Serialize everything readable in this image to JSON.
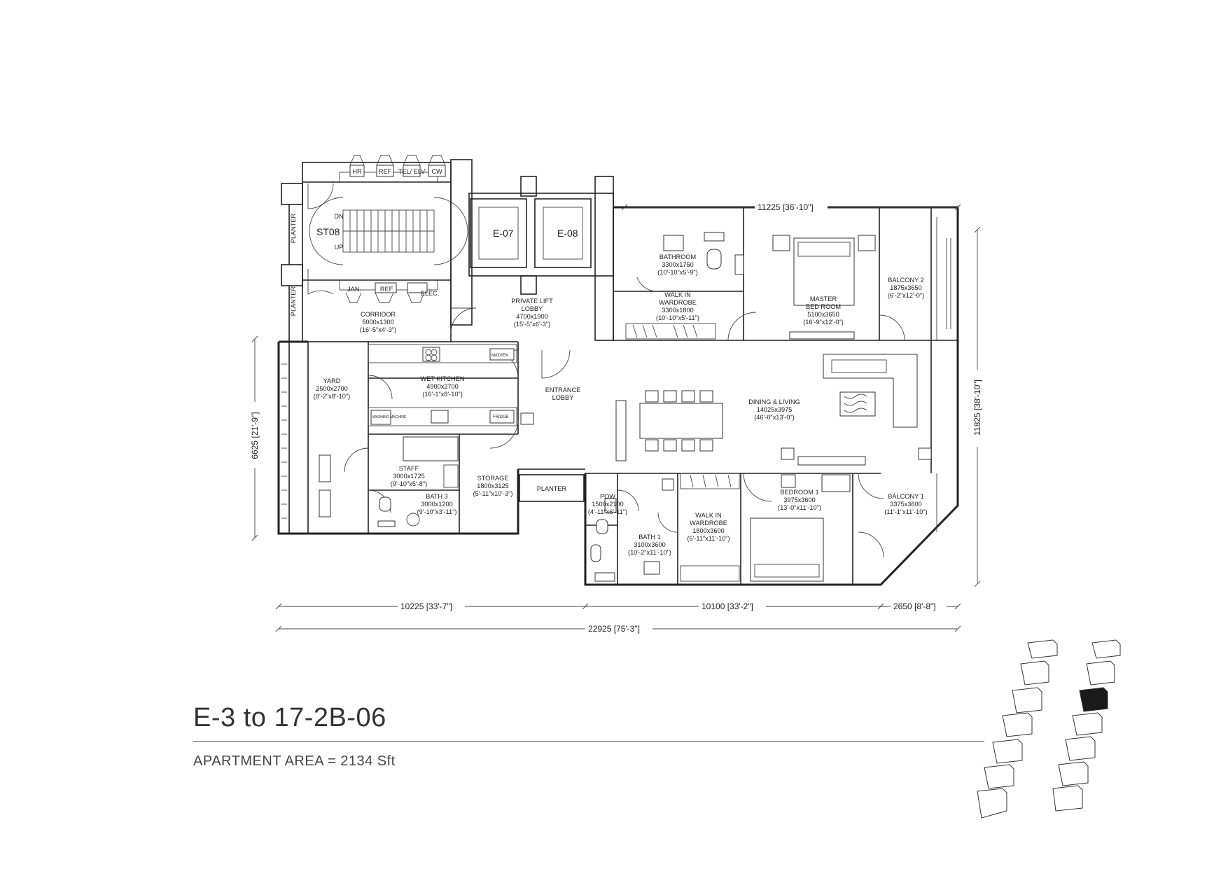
{
  "unit_title": "E-3 to 17-2B-06",
  "area_text": "APARTMENT AREA = 2134 Sft",
  "rooms": {
    "corridor": {
      "name": "CORRIDOR",
      "size": "5000x1300",
      "imperial": "(16'-5\"x4'-3\")"
    },
    "private_lift_lobby": {
      "name1": "PRIVATE LIFT",
      "name2": "LOBBY",
      "size": "4700x1900",
      "imperial": "(15'-5\"x6'-3\")"
    },
    "bathroom": {
      "name": "BATHROOM",
      "size": "3300x1750",
      "imperial": "(10'-10\"x5'-9\")"
    },
    "walk_in_wardrobe_master": {
      "name1": "WALK IN",
      "name2": "WARDROBE",
      "size": "3300x1800",
      "imperial": "(10'-10\"x5'-11\")"
    },
    "master_bedroom": {
      "name1": "MASTER",
      "name2": "BED ROOM",
      "size": "5100x3650",
      "imperial": "(16'-9\"x12'-0\")"
    },
    "balcony_2": {
      "name": "BALCONY 2",
      "size": "1875x3650",
      "imperial": "(6'-2\"x12'-0\")"
    },
    "yard": {
      "name": "YARD",
      "size": "2500x2700",
      "imperial": "(8'-2\"x8'-10\")"
    },
    "wet_kitchen": {
      "name": "WET KITCHEN",
      "size": "4900x2700",
      "imperial": "(16'-1\"x8'-10\")"
    },
    "entrance_lobby": {
      "name1": "ENTRANCE",
      "name2": "LOBBY"
    },
    "dining_living": {
      "name": "DINING & LIVING",
      "size": "14025x3975",
      "imperial": "(46'-0\"x13'-0\")"
    },
    "staff": {
      "name": "STAFF",
      "size": "3000x1725",
      "imperial": "(9'-10\"x5'-8\")"
    },
    "bath_3": {
      "name": "BATH 3",
      "size": "3000x1200",
      "imperial": "(9'-10\"x3'-11\")"
    },
    "storage": {
      "name": "STORAGE",
      "size": "1800x3125",
      "imperial": "(5'-11\"x10'-3\")"
    },
    "planter_south": {
      "name": "PLANTER"
    },
    "pow": {
      "name": "POW",
      "size": "1500x2100",
      "imperial": "(4'-11\"x6'-11\")"
    },
    "bath_1": {
      "name": "BATH 1",
      "size": "3100x3600",
      "imperial": "(10'-2\"x11'-10\")"
    },
    "walk_in_wardrobe_1": {
      "name1": "WALK IN",
      "name2": "WARDROBE",
      "size": "1800x3600",
      "imperial": "(5'-11\"x11'-10\")"
    },
    "bedroom_1": {
      "name": "BEDROOM 1",
      "size": "3975x3600",
      "imperial": "(13'-0\"x11'-10\")"
    },
    "balcony_1": {
      "name": "BALCONY 1",
      "size": "3375x3600",
      "imperial": "(11'-1\"x11'-10\")"
    }
  },
  "core": {
    "stair": "ST08",
    "dn": "DN",
    "up": "UP",
    "lift_1": "E-07",
    "lift_2": "E-08",
    "planter": "PLANTER",
    "shafts_top": [
      "HR",
      "REF",
      "TEL/ ELV",
      "CW"
    ],
    "shafts_bottom": [
      "JAN.",
      "REF",
      "ELEC."
    ]
  },
  "fixtures": {
    "oven": "M/OVEN",
    "fridge": "FRIDGE",
    "washer": "WASHING MACHINE"
  },
  "dimensions": {
    "top": "11225 [36'-10\"]",
    "right": "11825 [38'-10\"]",
    "left": "6625 [21'-9\"]",
    "bottom_a": "10225 [33'-7\"]",
    "bottom_b": "10100 [33'-2\"]",
    "bottom_c": "2650 [8'-8\"]",
    "bottom_total": "22925 [75'-3\"]"
  },
  "key_plan": {
    "highlight": "#1a1a1a",
    "outline": "#333333"
  }
}
